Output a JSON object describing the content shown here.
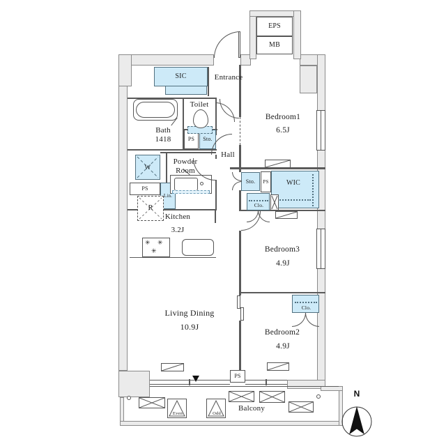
{
  "labels": {
    "eps": "EPS",
    "mb": "MB",
    "sic": "SIC",
    "entrance": "Entrance",
    "toilet": "Toilet",
    "bath": "Bath",
    "bath_size": "1418",
    "hall": "Hall",
    "powder_room": "Powder Room",
    "washer": "W",
    "linen": "Lin.",
    "refrigerator": "R",
    "ps": "PS",
    "storage": "Sto.",
    "closet": "Clo.",
    "wic": "WIC",
    "kitchen": "Kitchen",
    "kitchen_size": "3.2J",
    "living_dining": "Living Dining",
    "living_dining_size": "10.9J",
    "bedroom1": "Bedroom1",
    "bedroom1_size": "6.5J",
    "bedroom2": "Bedroom2",
    "bedroom2_size": "4.9J",
    "bedroom3": "Bedroom3",
    "bedroom3_size": "4.9J",
    "balcony": "Balcony",
    "hatch_even": "Even",
    "hatch_odd": "Odd",
    "north": "N"
  },
  "colors": {
    "storage_fill": "#cdeaf8",
    "wall_fill": "#ebebeb",
    "line": "#555555",
    "text": "#1c1c1c"
  }
}
